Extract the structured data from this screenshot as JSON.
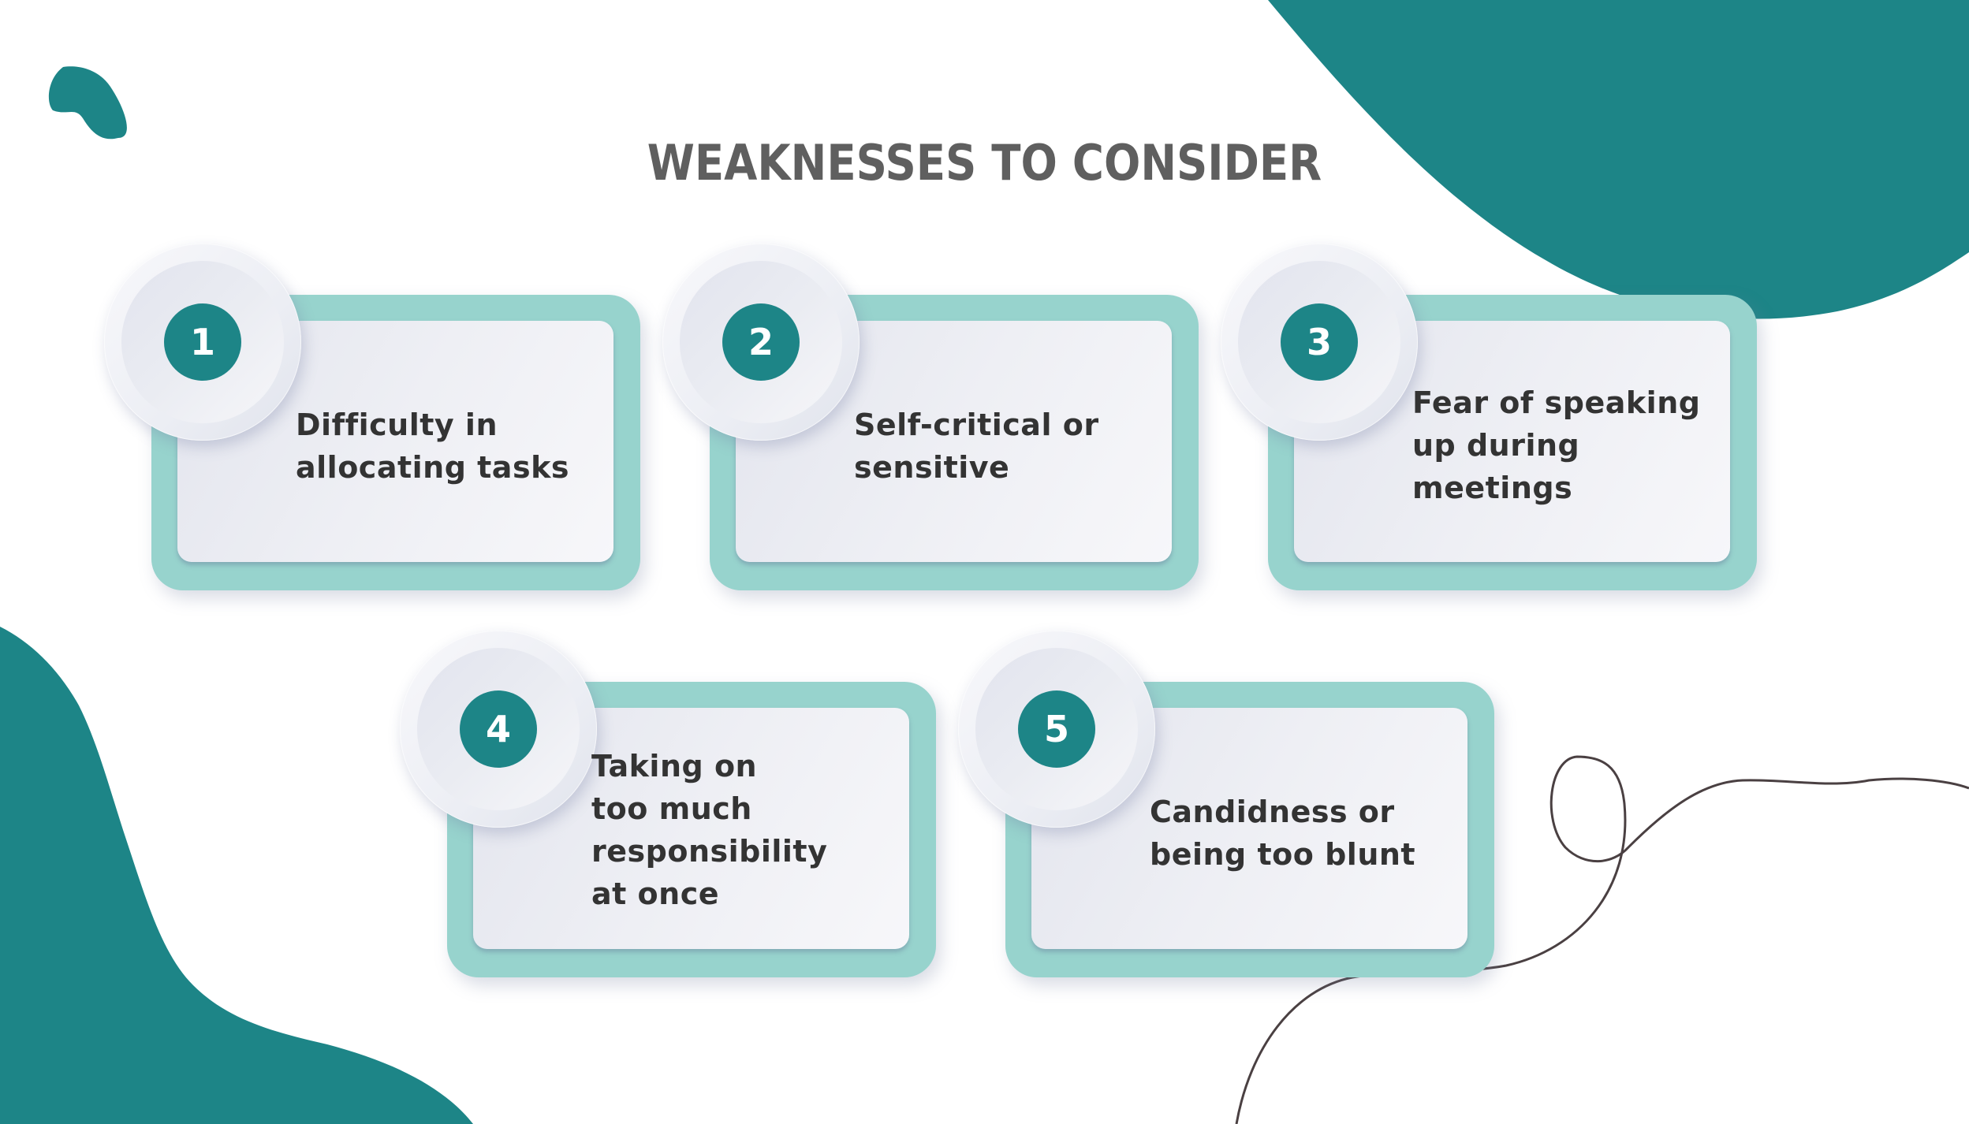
{
  "title": "WEAKNESSES TO CONSIDER",
  "colors": {
    "accent_teal": "#1d8587",
    "card_border": "#97d3cd",
    "card_face": "#eceef4",
    "title_text": "#5f5f5f",
    "body_text": "#333333",
    "curve_line": "#4a4042"
  },
  "items": [
    {
      "number": "1",
      "lines": [
        "Difficulty in",
        "allocating tasks"
      ]
    },
    {
      "number": "2",
      "lines": [
        "Self-critical or",
        "sensitive"
      ]
    },
    {
      "number": "3",
      "lines": [
        "Fear of speaking",
        "up during",
        "meetings"
      ]
    },
    {
      "number": "4",
      "lines": [
        "Taking on",
        "too much",
        "responsibility",
        "at once"
      ]
    },
    {
      "number": "5",
      "lines": [
        "Candidness or",
        "being too blunt"
      ]
    }
  ]
}
